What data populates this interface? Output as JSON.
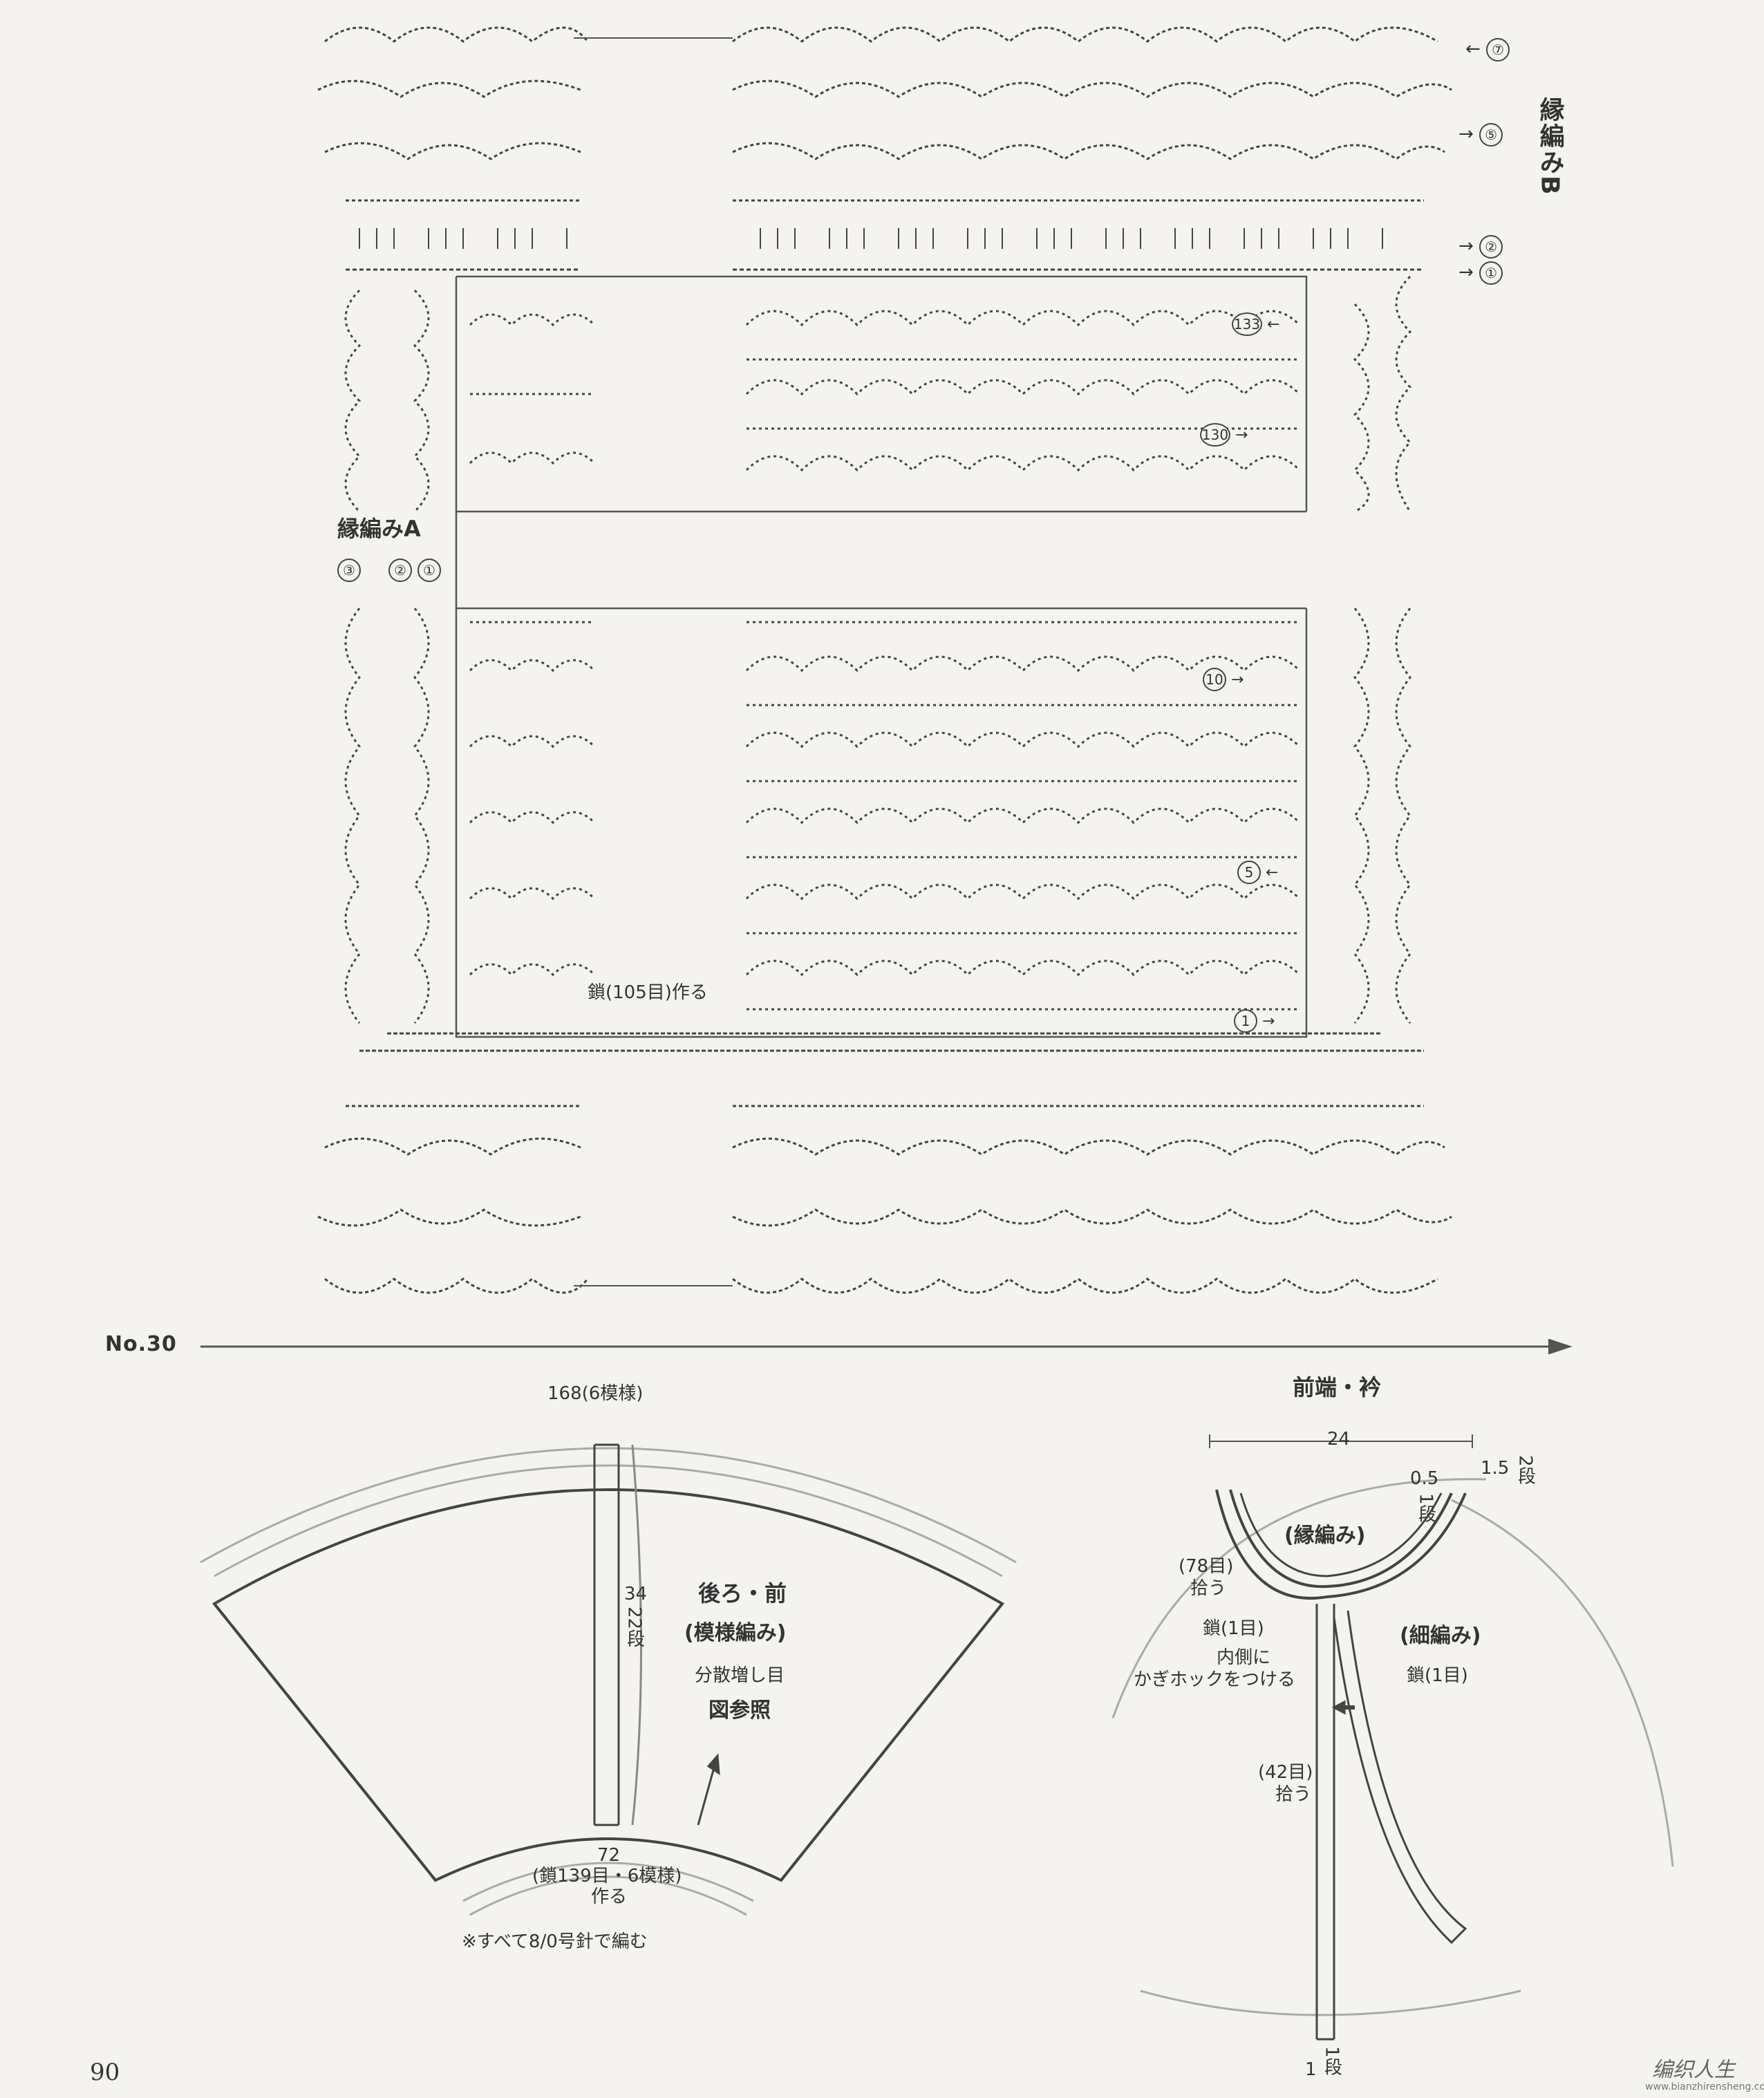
{
  "chart_labels": {
    "edging_b": "縁編みB",
    "edging_a": "縁編みA",
    "foundation": "鎖(105目)作る",
    "row_markers": [
      "⑦",
      "⑤",
      "②",
      "①"
    ],
    "edging_a_rows": [
      "③",
      "②",
      "①"
    ],
    "pattern_rows": [
      "133",
      "130",
      "10",
      "5",
      "1"
    ]
  },
  "section_title": "No.30",
  "body_piece": {
    "top_width": "168(6模様)",
    "height": "34",
    "height_rows": "22段",
    "title": "後ろ・前",
    "subtitle": "(模様編み)",
    "note1": "分散増し目",
    "note2": "図参照",
    "bottom_width": "72",
    "bottom_chain": "(鎖139目・6模様)",
    "bottom_make": "作る"
  },
  "front_band": {
    "title": "前端・衿",
    "width": "24",
    "measure1": "0.5",
    "measure1_rows": "1段",
    "measure2": "1.5",
    "measure2_rows": "2段",
    "edging_label": "(縁編み)",
    "pick78": "(78目)",
    "pick78b": "拾う",
    "chain1a": "鎖(1目)",
    "hook1": "内側に",
    "hook2": "かぎホックをつける",
    "sc_label": "(細編み)",
    "chain1b": "鎖(1目)",
    "pick42": "(42目)",
    "pick42b": "拾う",
    "bottom": "1",
    "bottom_rows": "1段"
  },
  "footnote": "※すべて8/0号針で編む",
  "page_number": "90",
  "watermark": "编织人生",
  "watermark_url": "www.bianzhirensheng.com",
  "colors": {
    "ink": "#3a3a3a",
    "paper": "#f4f3ef",
    "grid": "#666666"
  }
}
